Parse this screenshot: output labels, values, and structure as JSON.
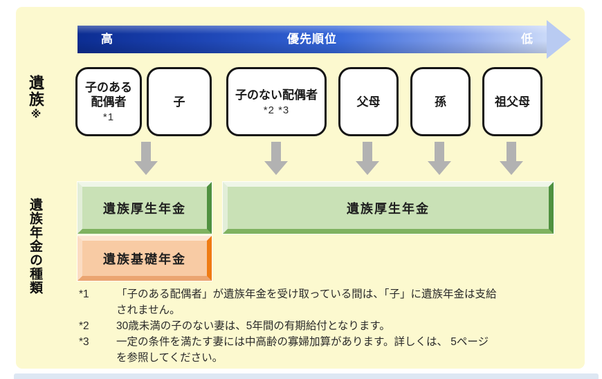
{
  "side": {
    "survivors_label": "遺族",
    "survivors_note": "※",
    "types_label": "遺族年金の種類"
  },
  "priority_bar": {
    "high": "高",
    "title": "優先順位",
    "low": "低"
  },
  "survivors": [
    {
      "name": "子のある配偶者",
      "note": "*1"
    },
    {
      "name": "子",
      "note": ""
    },
    {
      "name": "子のない配偶者",
      "note": "*2 *3"
    },
    {
      "name": "父母",
      "note": ""
    },
    {
      "name": "孫",
      "note": ""
    },
    {
      "name": "祖父母",
      "note": ""
    }
  ],
  "pensions": {
    "kosei_left": "遺族厚生年金",
    "kiso_left": "遺族基礎年金",
    "kosei_right": "遺族厚生年金"
  },
  "footnotes": [
    {
      "marker": "*1",
      "text": "「子のある配偶者」が遺族年金を受け取っている間は、「子」に遺族年金は支給\nされません。"
    },
    {
      "marker": "*2",
      "text": "30歳未満の子のない妻は、5年間の有期給付となります。"
    },
    {
      "marker": "*3",
      "text": "一定の条件を満たす妻には中高齢の寡婦加算があります。詳しくは、 5ページ\nを参照してください。"
    }
  ],
  "colors": {
    "panel_background": "#fcf9cf",
    "arrow_gradient_start": "#0c2d92",
    "arrow_gradient_end": "#cad9f8",
    "green_bar_fill": "#c9e1b6",
    "green_bar_dark_edge": "#4f9140",
    "orange_bar_fill": "#f8cba4",
    "orange_bar_dark_edge": "#ef7b13",
    "gray_arrow": "#b2b2b2",
    "bottom_strip": "#dde7f3"
  }
}
